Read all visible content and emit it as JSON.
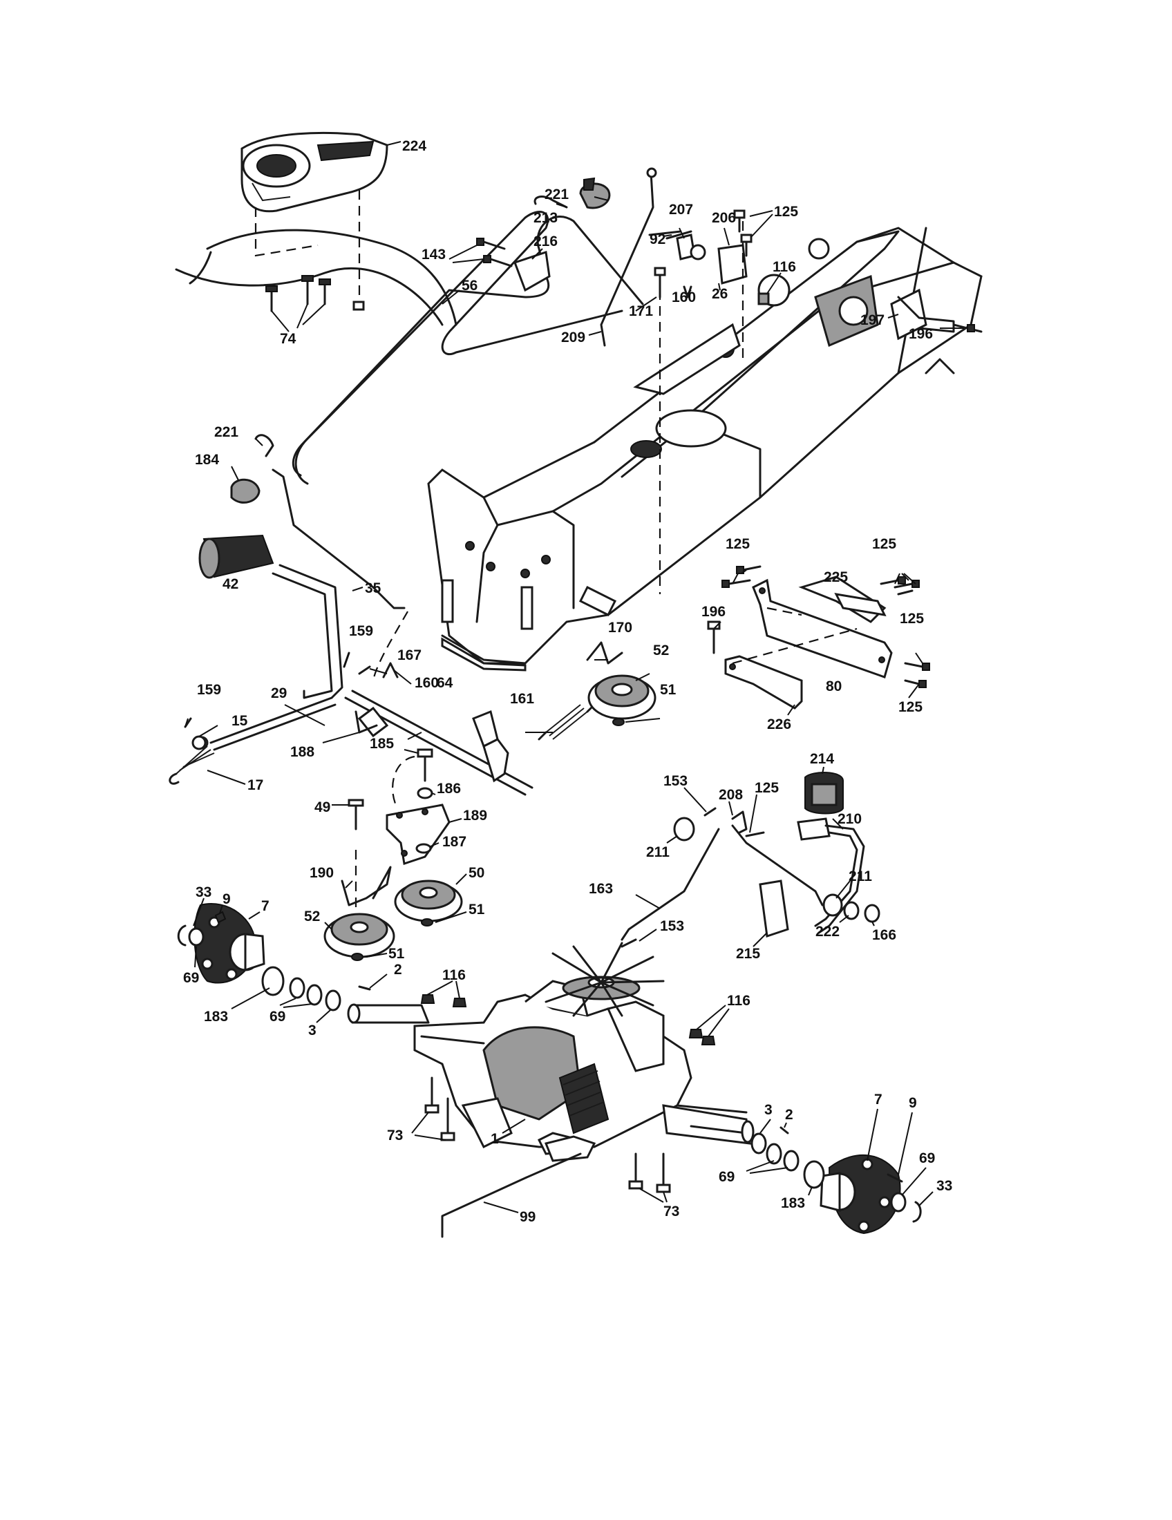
{
  "diagram": {
    "labels": [
      "224",
      "221",
      "213",
      "207",
      "206",
      "125",
      "92",
      "116",
      "160",
      "26",
      "209",
      "171",
      "56",
      "74",
      "216",
      "143",
      "197",
      "196",
      "221",
      "184",
      "35",
      "42",
      "225",
      "125",
      "125",
      "196",
      "125",
      "80",
      "125",
      "226",
      "170",
      "52",
      "51",
      "159",
      "167",
      "160",
      "29",
      "64",
      "161",
      "159",
      "15",
      "188",
      "17",
      "185",
      "186",
      "49",
      "189",
      "187",
      "190",
      "50",
      "52",
      "51",
      "33",
      "9",
      "7",
      "69",
      "183",
      "69",
      "3",
      "2",
      "116",
      "116",
      "153",
      "208",
      "125",
      "214",
      "210",
      "211",
      "211",
      "163",
      "153",
      "222",
      "166",
      "215",
      "73",
      "1",
      "3",
      "2",
      "7",
      "9",
      "69",
      "33",
      "99",
      "73",
      "69",
      "183"
    ]
  }
}
